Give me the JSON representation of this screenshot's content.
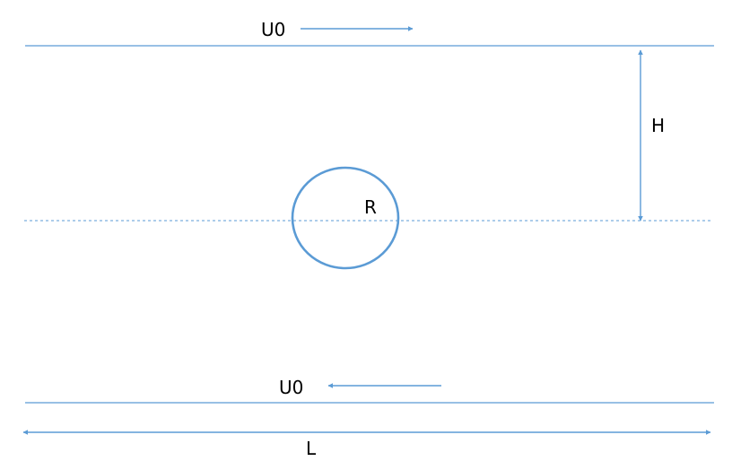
{
  "diagram": {
    "labels": {
      "top_velocity": "U0",
      "bottom_velocity": "U0",
      "half_height": "H",
      "radius": "R",
      "length": "L"
    },
    "colors": {
      "line": "#5b9bd5",
      "text": "#000000"
    }
  }
}
